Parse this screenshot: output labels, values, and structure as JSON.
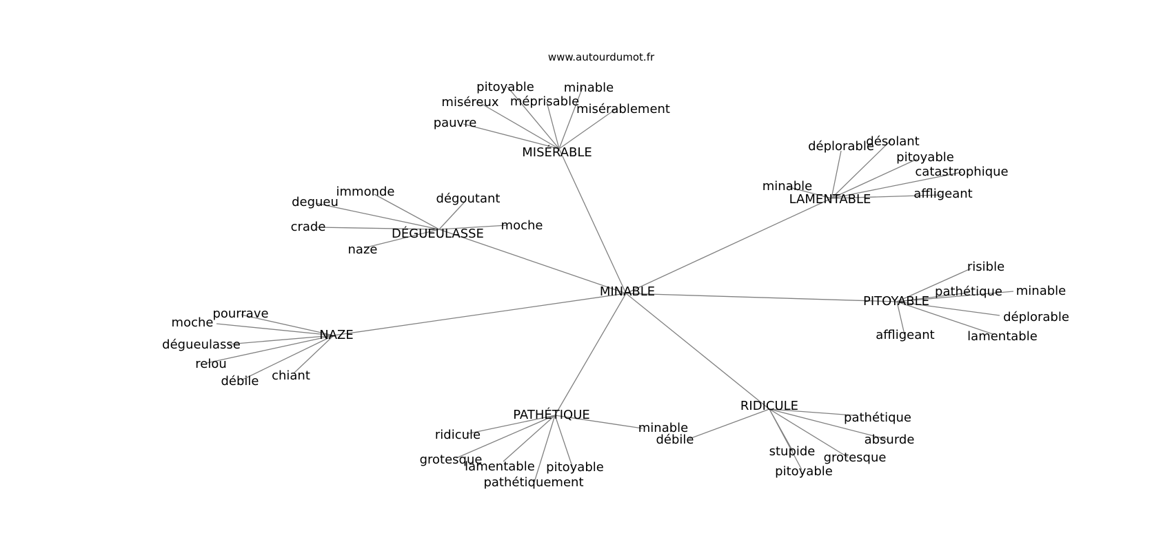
{
  "source": "www.autourdumot.fr",
  "center": "MINABLE",
  "clusters": [
    {
      "hub": "MISÉRABLE",
      "leaves": [
        "pitoyable",
        "minable",
        "miséreux",
        "méprisable",
        "misérablement",
        "pauvre"
      ]
    },
    {
      "hub": "LAMENTABLE",
      "leaves": [
        "déplorable",
        "désolant",
        "pitoyable",
        "catastrophique",
        "minable",
        "affligeant"
      ]
    },
    {
      "hub": "DÉGUEULASSE",
      "leaves": [
        "immonde",
        "degueu",
        "dégoutant",
        "crade",
        "moche",
        "naze"
      ]
    },
    {
      "hub": "PITOYABLE",
      "leaves": [
        "risible",
        "pathétique",
        "minable",
        "déplorable",
        "affligeant",
        "lamentable"
      ]
    },
    {
      "hub": "NAZE",
      "leaves": [
        "pourrave",
        "moche",
        "dégueulasse",
        "relou",
        "chiant",
        "débile"
      ]
    },
    {
      "hub": "PATHÉTIQUE",
      "leaves": [
        "ridicule",
        "grotesque",
        "lamentable",
        "pitoyable",
        "pathétiquement",
        "minable"
      ]
    },
    {
      "hub": "RIDICULE",
      "leaves": [
        "pathétique",
        "absurde",
        "débile",
        "stupide",
        "grotesque",
        "pitoyable"
      ]
    }
  ]
}
